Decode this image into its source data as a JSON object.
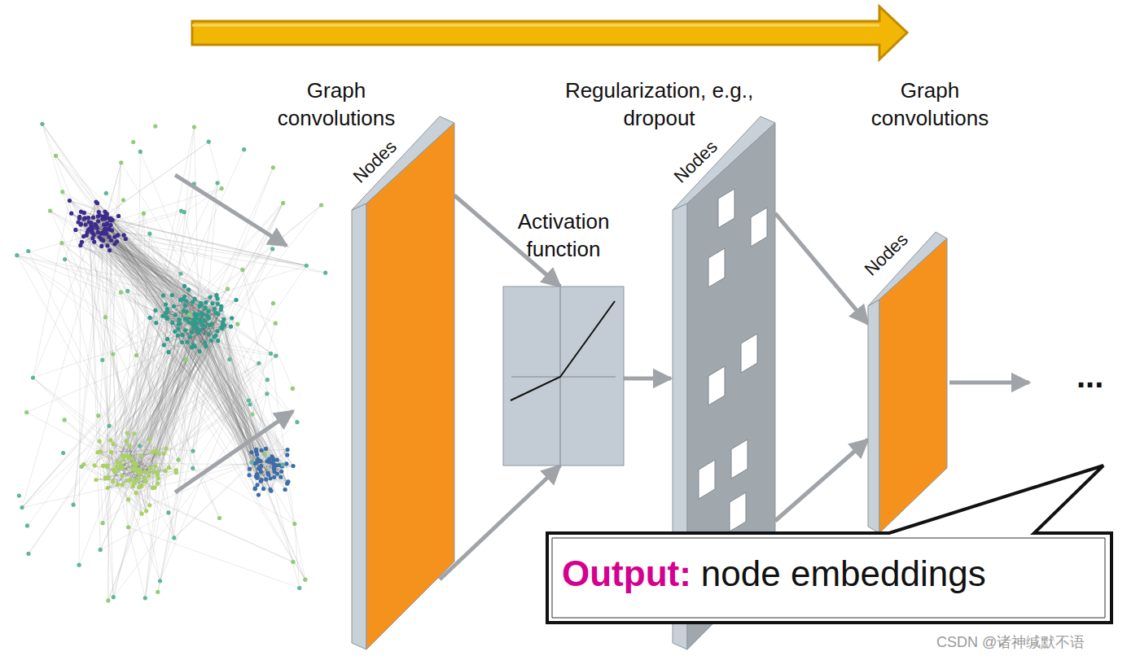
{
  "diagram": {
    "nodes": [
      {
        "text": [
          "Graph convolutions",
          "Nodes"
        ]
      },
      {
        "text": [
          "Activation function"
        ]
      },
      {
        "text": [
          "Regularization, e.g., dropout",
          "Nodes"
        ]
      },
      {
        "text": [
          "Graph convolutions",
          "Nodes"
        ]
      },
      {
        "text": [
          "Output:",
          "node embeddings"
        ]
      }
    ],
    "edges": [
      {
        "from": 0,
        "to": 1,
        "arrow": "to"
      },
      {
        "from": 0,
        "to": 1,
        "arrow": "to"
      },
      {
        "from": 1,
        "to": 2,
        "arrow": "to"
      },
      {
        "from": 2,
        "to": 3,
        "arrow": "to"
      },
      {
        "from": 2,
        "to": 3,
        "arrow": "to"
      }
    ],
    "labels": [
      "...",
      "CSDN @诸神缄默不语"
    ]
  }
}
